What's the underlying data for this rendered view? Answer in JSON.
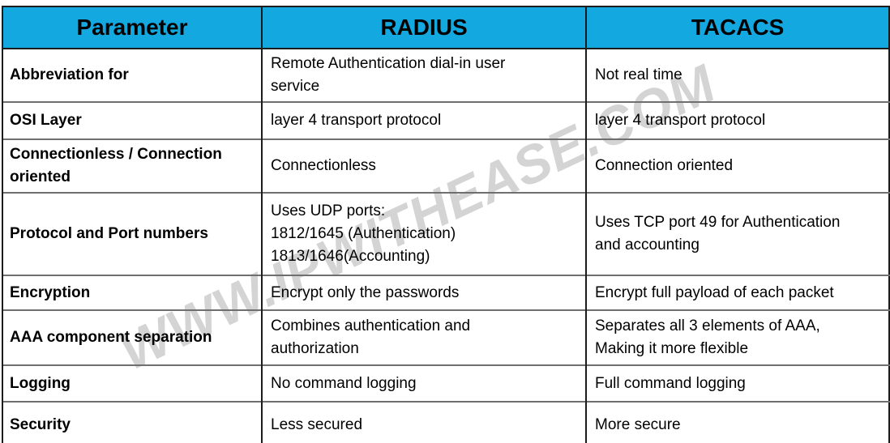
{
  "watermark": "WWW.IPWITHEASE.COM",
  "colors": {
    "header_bg": "#14a8e1",
    "outer_border": "#1c1c1c",
    "row_separator": "#6f6f6f",
    "watermark_gray": "#d4d4d4"
  },
  "table": {
    "headers": {
      "parameter": "Parameter",
      "radius": "RADIUS",
      "tacacs": "TACACS"
    },
    "rows": [
      {
        "parameter": "Abbreviation for",
        "radius": "Remote Authentication dial-in user\nservice",
        "tacacs": "Not real time"
      },
      {
        "parameter": "OSI Layer",
        "radius": "layer 4 transport protocol",
        "tacacs": "layer 4 transport protocol"
      },
      {
        "parameter": "Connectionless / Connection\noriented",
        "radius": "Connectionless",
        "tacacs": "Connection oriented"
      },
      {
        "parameter": "Protocol and Port numbers",
        "radius": "Uses UDP ports:\n1812/1645 (Authentication)\n1813/1646(Accounting)",
        "tacacs": "Uses TCP port 49 for Authentication\nand accounting"
      },
      {
        "parameter": "Encryption",
        "radius": "Encrypt only the passwords",
        "tacacs": "Encrypt full payload of each packet"
      },
      {
        "parameter": "AAA component separation",
        "radius": "Combines authentication and\nauthorization",
        "tacacs": "Separates all 3 elements of AAA,\nMaking it more flexible"
      },
      {
        "parameter": "Logging",
        "radius": "No command logging",
        "tacacs": "Full command logging"
      },
      {
        "parameter": "Security",
        "radius": "Less secured",
        "tacacs": "More secure"
      }
    ]
  }
}
